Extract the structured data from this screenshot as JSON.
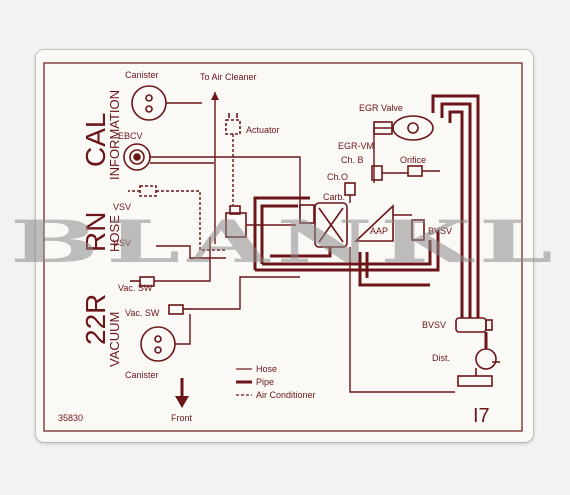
{
  "title": {
    "model": "22R",
    "rn": "RN",
    "cal": "CAL",
    "info": "INFORMATION",
    "hose": "HOSE",
    "vacuum": "VACUUM"
  },
  "labels": {
    "canister_top": "Canister",
    "to_air_cleaner": "To Air Cleaner",
    "ebcv": "EBCV",
    "actuator": "Actuator",
    "egr_valve": "EGR Valve",
    "egr_vm": "EGR-VM",
    "ch_b": "Ch. B",
    "orifice": "Orifice",
    "ch_o": "Ch.O",
    "vsv_1": "VSV",
    "carb": "Carb.",
    "bvsv_1": "BVSV",
    "vsv_2": "VSV",
    "aap": "AAP",
    "vac_sw_1": "Vac. SW",
    "vac_sw_2": "Vac. SW",
    "bvsv_2": "BVSV",
    "canister_bottom": "Canister",
    "dist": "Dist.",
    "front": "Front",
    "part_number": "35830",
    "page_code": "I7"
  },
  "legend": {
    "hose": "Hose",
    "pipe": "Pipe",
    "air_conditioner": "Air Conditioner"
  },
  "watermark": "BLANKL",
  "colors": {
    "ink": "#6b1518",
    "sticker": "#fbf9f6",
    "background": "#f2f2f2",
    "watermark": "#8a8a8a"
  }
}
